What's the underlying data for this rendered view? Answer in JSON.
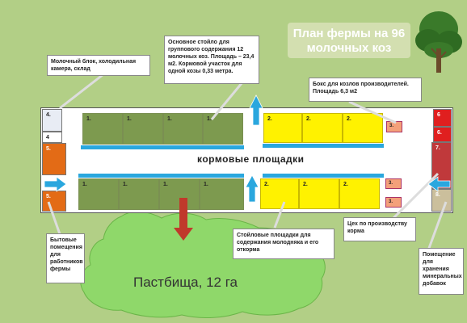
{
  "title": "План фермы на 96 молочных коз",
  "callouts": {
    "main_stall": "Основное стойло для группового содержания  12 молочных  коз. Площадь – 23,4 м2.  Кормовой участок для одной козы 0,33 метра.",
    "dairy_block": "Молочный блок, холодильная камера, склад",
    "buck_box": "Бокс для козлов производителей. Площадь 6,3 м2",
    "household": "Бытовые помещения для работников фермы",
    "young_stock": "Стойловые площадки для содержания молодняка и его откорма",
    "feed_shop": "Цех по производству корма",
    "mineral_storage": "Помещение для хранения минеральных добавок"
  },
  "feed_areas_label": "кормовые  площадки",
  "pasture_label": "Пастбища, 12 га",
  "top_green_pens": [
    "1.",
    "1.",
    "1.",
    "1."
  ],
  "bottom_green_pens": [
    "1.",
    "1.",
    "1.",
    "1."
  ],
  "top_yellow_pens": [
    "2.",
    "2.",
    "2."
  ],
  "bottom_yellow_pens": [
    "2.",
    "2.",
    "2."
  ],
  "rooms": {
    "r4a": "4.",
    "r4b": "4",
    "r5a": "5.",
    "r5b": "5.",
    "r6a": "6",
    "r6b": "6.",
    "r7": "7.",
    "r8": "8.",
    "r3a": "3.",
    "r3b": "3.",
    "r3c": "3."
  },
  "colors": {
    "background": "#b2cf86",
    "pasture": "#8fd86a",
    "green_pen": "#7d9a4f",
    "yellow_pen": "#fff200",
    "feed_bar": "#2aa7de",
    "arrow_blue": "#2aa7de",
    "arrow_red": "#c0392b"
  }
}
